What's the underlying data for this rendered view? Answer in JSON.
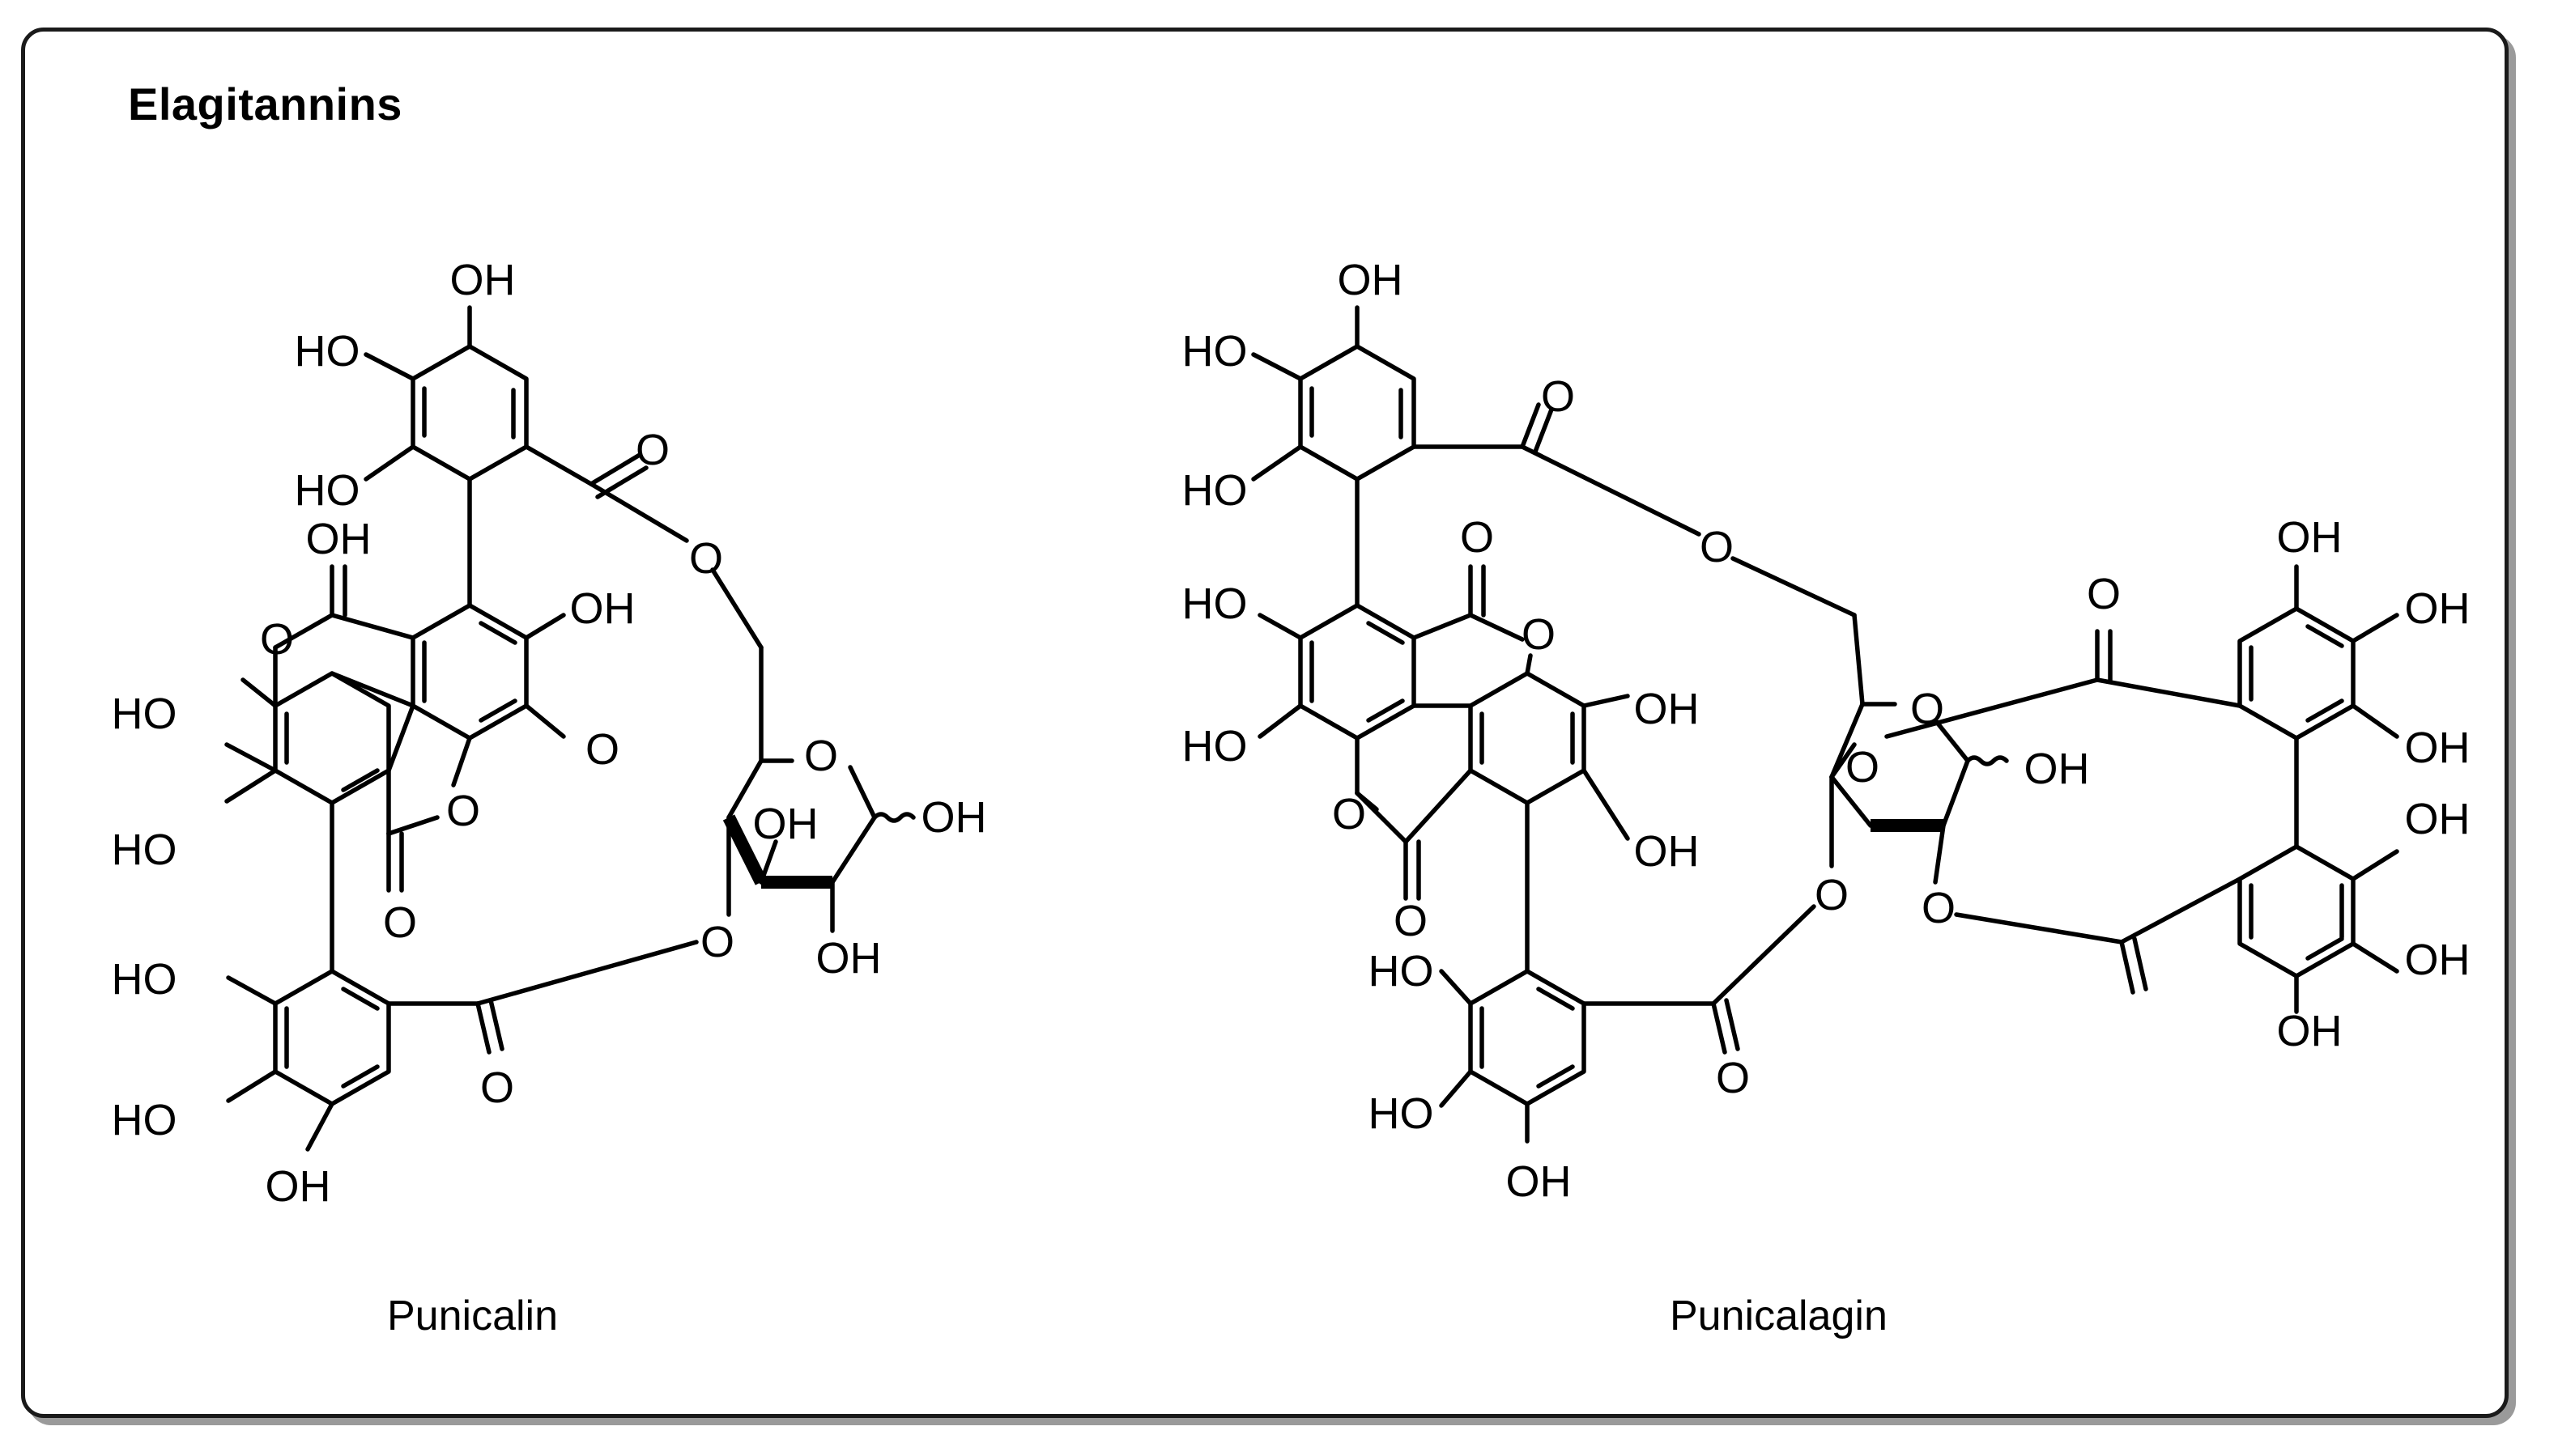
{
  "title": "Elagitannins",
  "structures": [
    {
      "name": "Punicalin",
      "atom_labels": [
        "OH",
        "HO",
        "HO",
        "O",
        "O",
        "OH",
        "OH",
        "HO",
        "HO",
        "O",
        "O",
        "O",
        "O",
        "O",
        "OH",
        "O",
        "OH",
        "OH",
        "HO",
        "HO",
        "OH",
        "O"
      ]
    },
    {
      "name": "Punicalagin",
      "atom_labels": [
        "OH",
        "HO",
        "HO",
        "O",
        "O",
        "HO",
        "HO",
        "O",
        "O",
        "O",
        "OH",
        "OH",
        "HO",
        "HO",
        "OH",
        "O",
        "O",
        "O",
        "OH",
        "O",
        "O",
        "O",
        "OH",
        "OH",
        "OH",
        "OH",
        "OH",
        "OH",
        "O"
      ]
    }
  ],
  "colors": {
    "stroke": "#000000",
    "border": "#1a1a1a",
    "shadow": "#9a9a9a"
  }
}
